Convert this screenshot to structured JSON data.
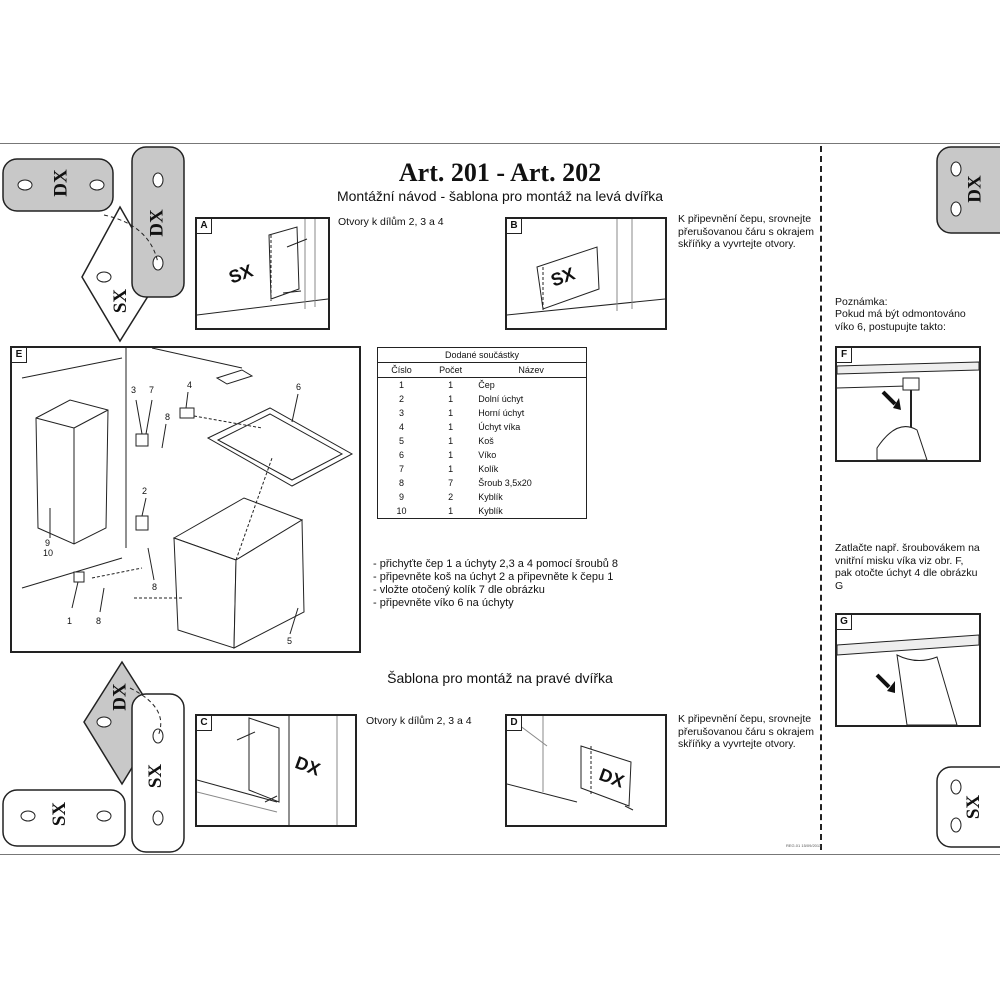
{
  "title": "Art. 201 - Art. 202",
  "subtitle_left": "Montážní návod - šablona pro montáž na levá dvířka",
  "subtitle_right": "Šablona pro montáž na pravé dvířka",
  "templates": {
    "dx": "DX",
    "sx": "SX"
  },
  "panels": {
    "a": {
      "label": "A",
      "drawn_text": "SX"
    },
    "b": {
      "label": "B",
      "drawn_text": "SX"
    },
    "c": {
      "label": "C",
      "drawn_text": "DX"
    },
    "d": {
      "label": "D",
      "drawn_text": "DX"
    },
    "e": {
      "label": "E"
    },
    "f": {
      "label": "F"
    },
    "g": {
      "label": "G"
    }
  },
  "notes": {
    "holes_left": "Otvory k dílům 2, 3 a 4",
    "pivot_left": "K připevnění čepu, srovnejte přerušovanou čáru s okrajem skříňky a vyvrtejte otvory.",
    "holes_right": "Otvory k dílům 2, 3 a 4",
    "pivot_right": "K připevnění čepu, srovnejte přerušovanou čáru s okrajem skříňky a vyvrtejte otvory.",
    "lid_note_title": "Poznámka:",
    "lid_note": "Pokud má být odmontováno víko 6, postupujte takto:",
    "push_note": "Zatlačte např. šroubovákem na vnitřní misku víka viz obr. F, pak otočte úchyt 4 dle obrázku G",
    "footer_code": "REG.01 15/09/2011"
  },
  "parts_table": {
    "caption": "Dodané součástky",
    "headers": [
      "Číslo",
      "Počet",
      "Název"
    ],
    "rows": [
      [
        "1",
        "1",
        "Čep"
      ],
      [
        "2",
        "1",
        "Dolní úchyt"
      ],
      [
        "3",
        "1",
        "Horní úchyt"
      ],
      [
        "4",
        "1",
        "Úchyt víka"
      ],
      [
        "5",
        "1",
        "Koš"
      ],
      [
        "6",
        "1",
        "Víko"
      ],
      [
        "7",
        "1",
        "Kolík"
      ],
      [
        "8",
        "7",
        "Šroub 3,5x20"
      ],
      [
        "9",
        "2",
        "Kyblík"
      ],
      [
        "10",
        "1",
        "Kyblík"
      ]
    ]
  },
  "steps": [
    "- přichyťte čep 1 a úchyty 2,3 a 4 pomocí šroubů 8",
    "- připevněte koš na úchyt 2 a připevněte k čepu 1",
    "- vložte otočený kolík 7 dle obrázku",
    "- připevněte víko 6 na úchyty"
  ],
  "callouts": {
    "n1": "1",
    "n2": "2",
    "n3": "3",
    "n4": "4",
    "n5": "5",
    "n6": "6",
    "n7": "7",
    "n8a": "8",
    "n8b": "8",
    "n8c": "8",
    "n9": "9",
    "n10": "10"
  },
  "colors": {
    "template_gray": "#c8c8c8",
    "line": "#222222"
  }
}
